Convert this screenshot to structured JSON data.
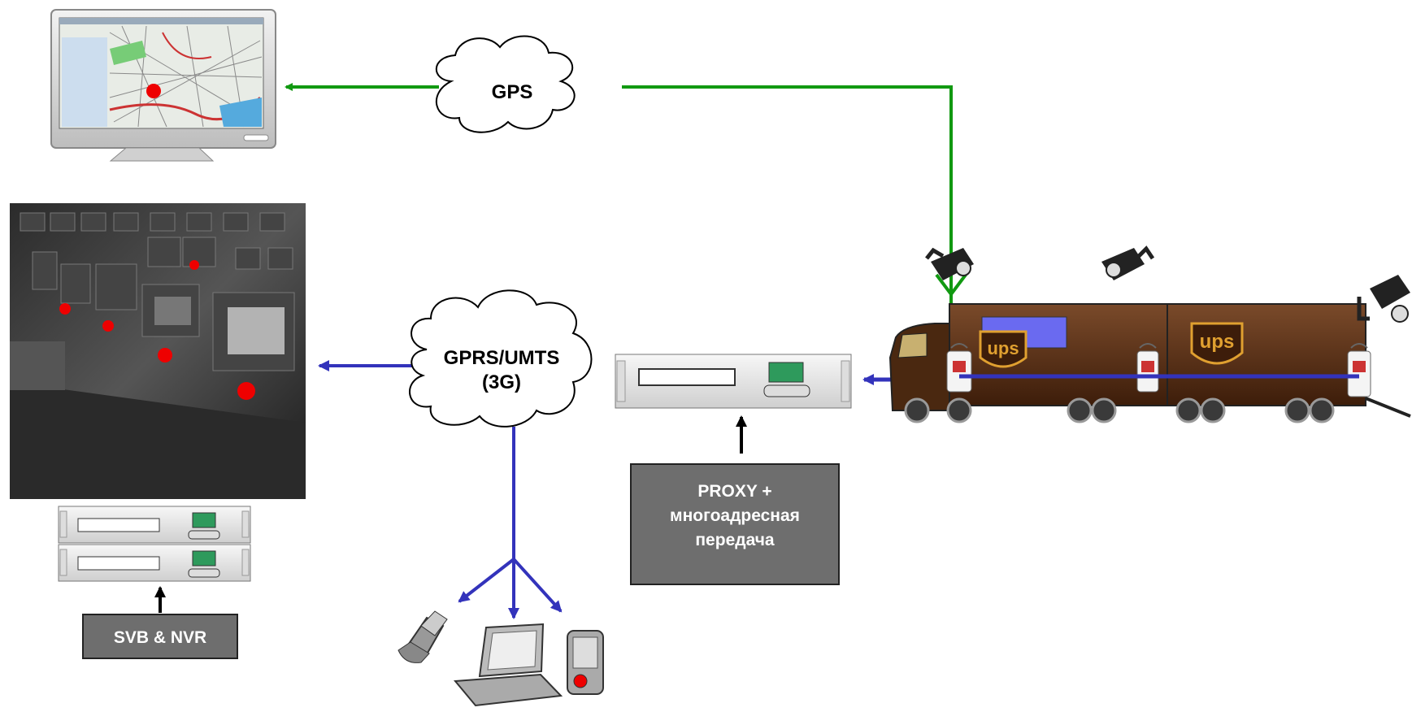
{
  "clouds": {
    "gps": {
      "label": "GPS"
    },
    "gprs": {
      "line1": "GPRS/UMTS",
      "line2": "(3G)"
    }
  },
  "proxy_box": {
    "line1": "PROXY +",
    "line2": "многоадресная",
    "line3": "передача"
  },
  "svb_box": {
    "label": "SVB & NVR"
  },
  "truck": {
    "logo": "ups"
  },
  "colors": {
    "gps_link": "#119911",
    "data_link": "#3333bb",
    "box_fill": "#6e6e6e",
    "truck_body": "#5a2e12",
    "screen_dot": "#ee0000"
  }
}
